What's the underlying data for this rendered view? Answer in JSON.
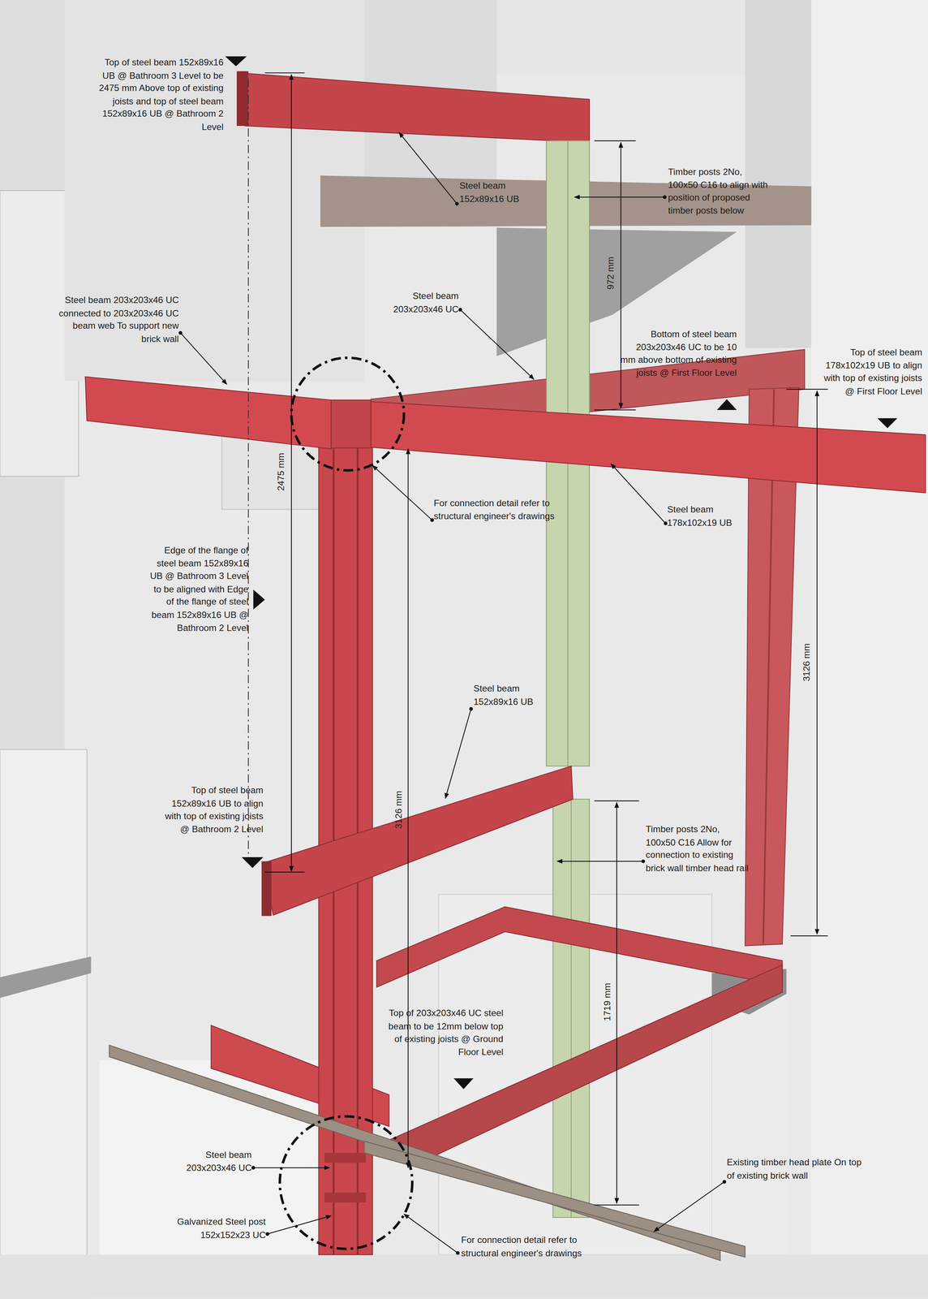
{
  "diagram": {
    "labels": [
      "Top of steel beam 152x89x16 UB @ Bathroom 3 Level to be 2475 mm Above top of existing joists and top of steel beam 152x89x16 UB @ Bathroom 2 Level",
      "Steel beam 152x89x16 UB",
      "Timber posts 2No, 100x50 C16 to align with position of proposed timber posts below",
      "972 mm",
      "Steel beam 203x203x46 UC connected to 203x203x46 UC beam web To support new brick wall",
      "Steel beam 203x203x46 UC",
      "Bottom of steel beam 203x203x46 UC to be 10 mm above bottom of existing joists @ First Floor Level",
      "Top of steel beam 178x102x19 UB to align with top of existing joists @ First Floor Level",
      "2475 mm",
      "For connection detail refer to structural engineer's drawings",
      "Steel beam 178x102x19 UB",
      "Edge of the flange of steel beam 152x89x16 UB @ Bathroom 3 Level to be aligned with Edge of the flange of steel beam 152x89x16 UB @ Bathroom 2 Level",
      "3126 mm",
      "Steel beam 152x89x16 UB",
      "Top of steel beam 152x89x16 UB to align with top of existing joists @ Bathroom 2 Level",
      "3126 mm",
      "Timber posts 2No, 100x50 C16 Allow for connection to existing brick wall timber head rail",
      "1719 mm",
      "Top of 203x203x46 UC steel beam to be 12mm below top of existing joists @ Ground Floor Level",
      "Steel beam 203x203x46 UC",
      "Existing timber head plate On top of existing brick wall",
      "Galvanized Steel post 152x152x23 UC",
      "For connection detail refer to structural engineer's drawings"
    ]
  }
}
